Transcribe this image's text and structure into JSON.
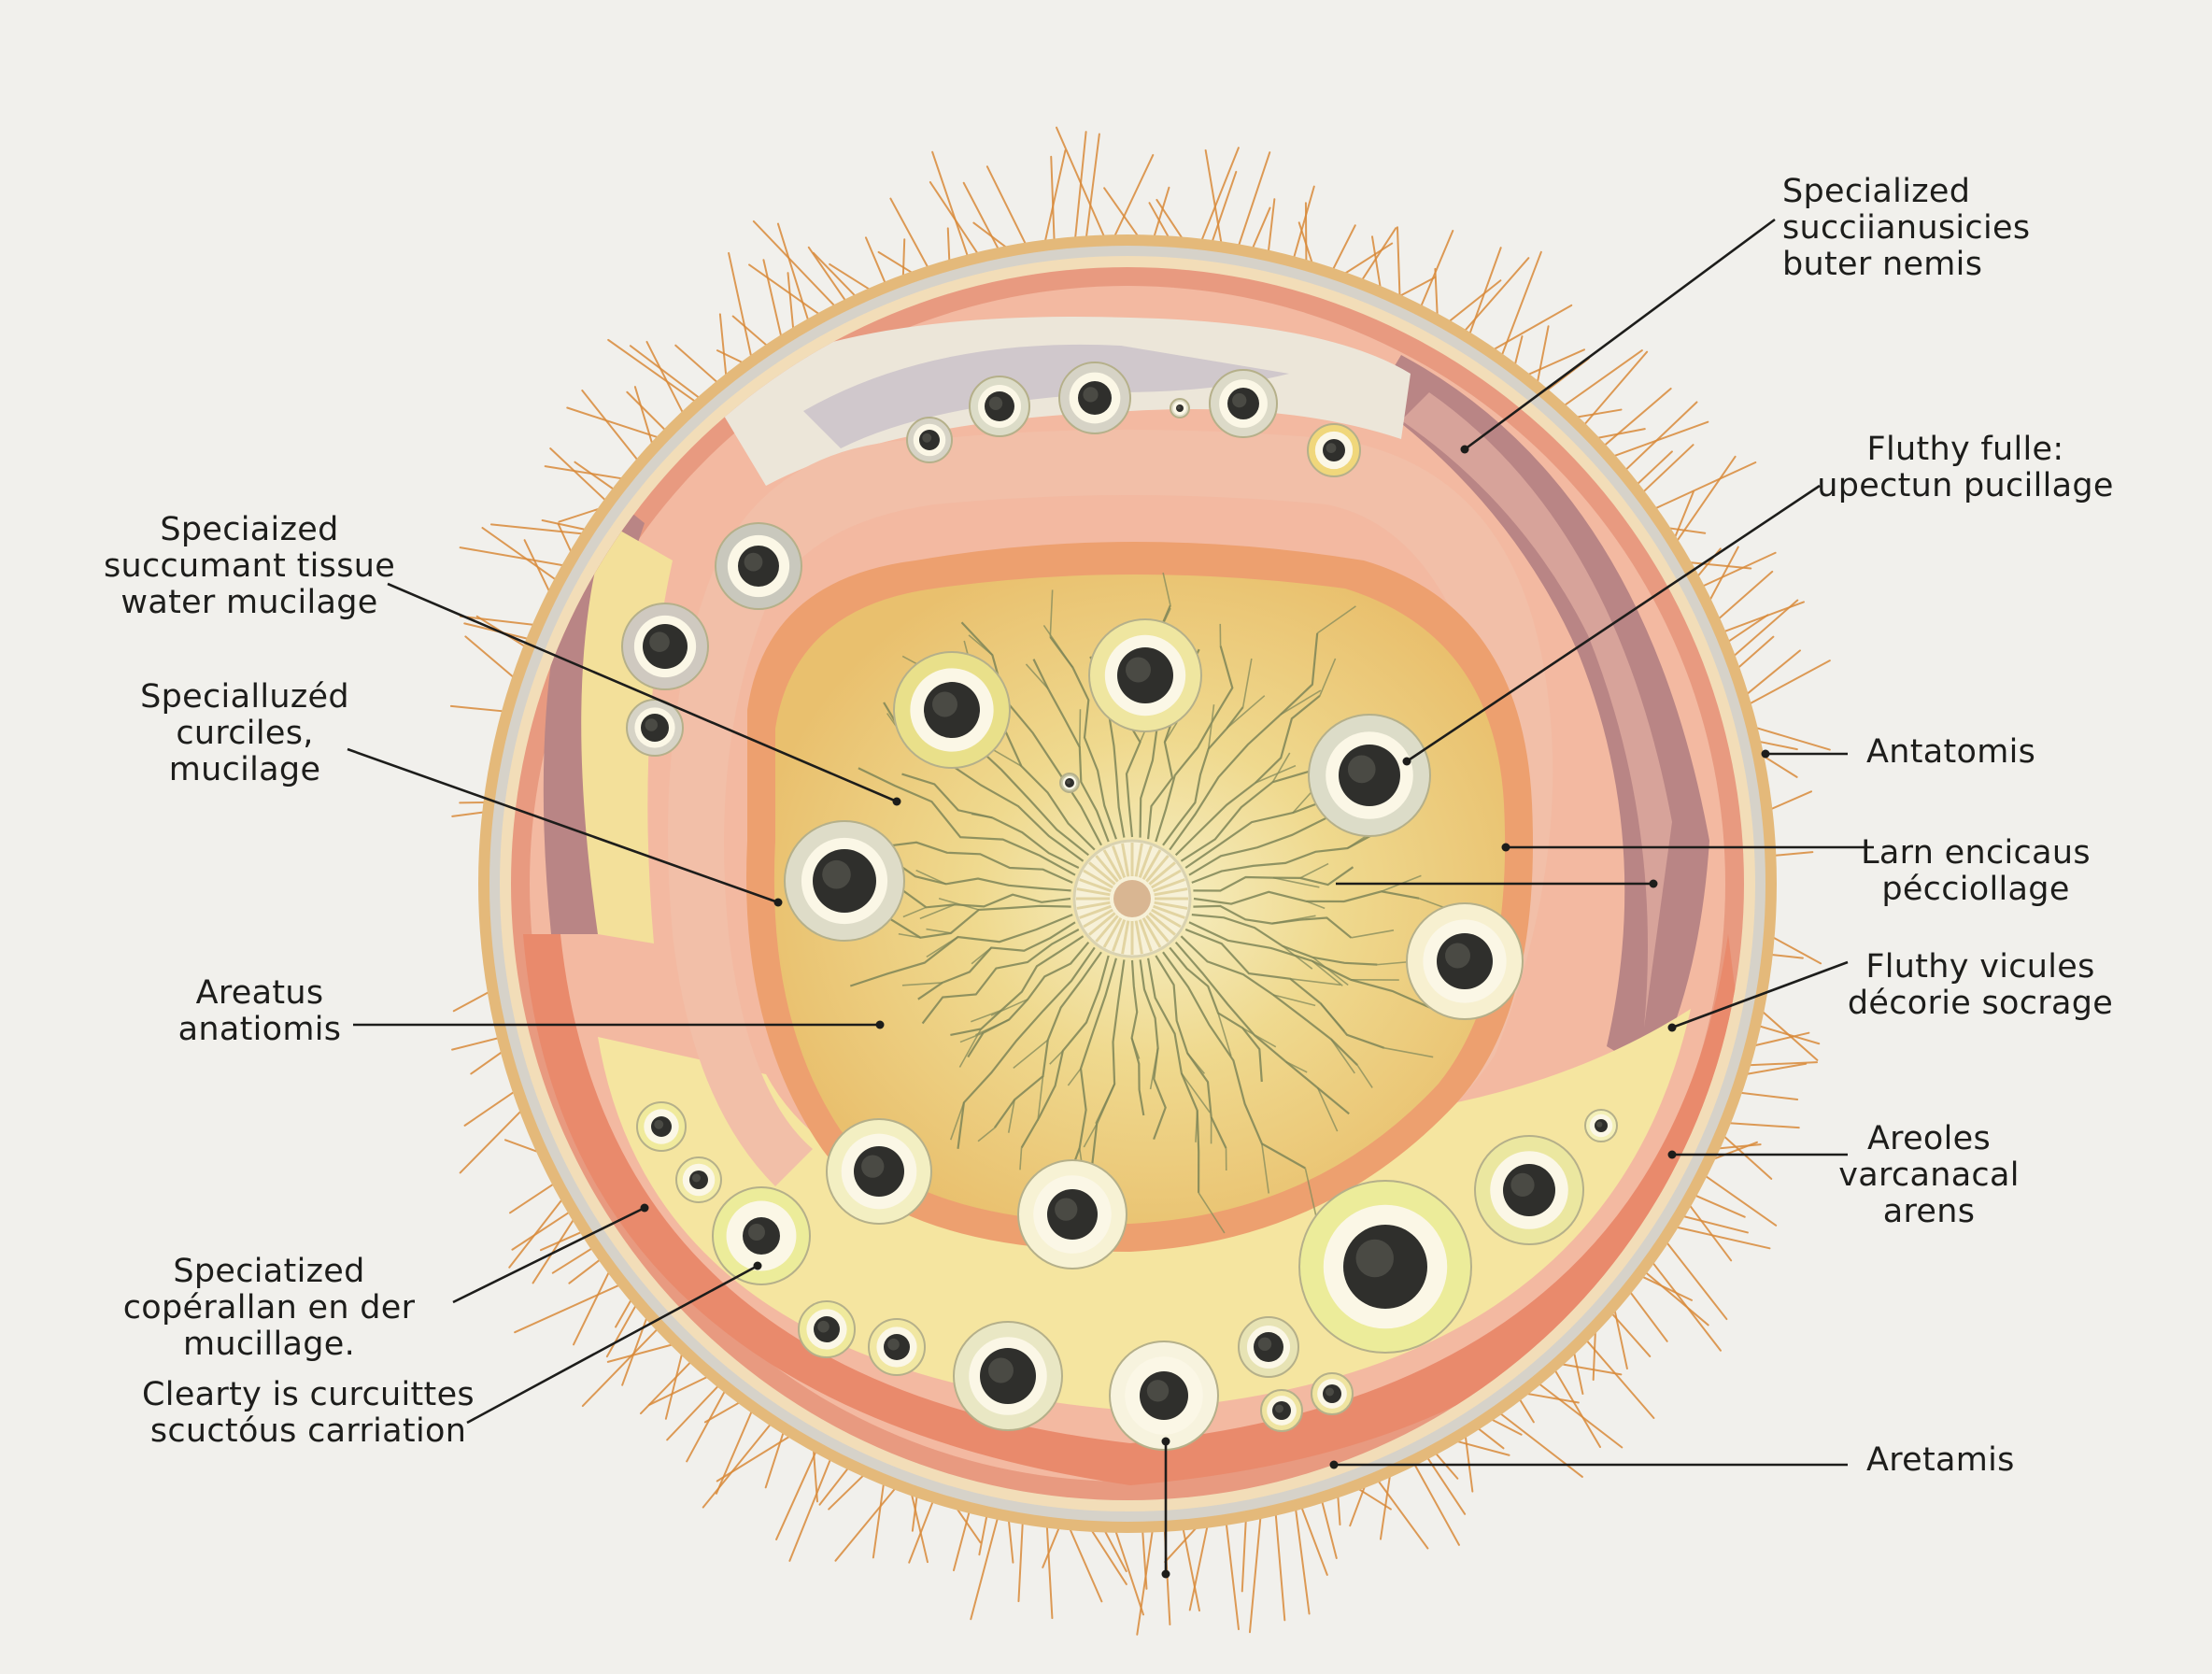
{
  "diagram": {
    "colors": {
      "background": "#f1f0ec",
      "hair": "#d98a3a",
      "outer_ring": "#cfcac0",
      "epidermis": "#e89b7c",
      "muscle_band": "#f0b7a2",
      "yellow_tissue": "#f6e6a6",
      "core": "#e8c77a",
      "cell_dark": "#2f2f2c",
      "leader_line": "#1d1d1b"
    },
    "labels": {
      "top_right": [
        "Specialized",
        "succiianusicies",
        "buter nemis"
      ],
      "fluthy_fulle": [
        "Fluthy fulle:",
        "upectun pucillage"
      ],
      "antatomis": [
        "Antatomis"
      ],
      "larn": [
        "Larn encicaus",
        "pécciollage"
      ],
      "fluthy_vicules": [
        "Fluthy vicules",
        "décorie socrage"
      ],
      "areoles": [
        "Areoles",
        "varcanacal",
        "arens"
      ],
      "aretamis": [
        "Aretamis"
      ],
      "succumant": [
        "Speciaized",
        "succumant  tissue",
        "water mucilage"
      ],
      "curciles": [
        "Specialluzéd",
        "curciles,",
        "mucilage"
      ],
      "areatus": [
        "Areatus",
        "anatiomis"
      ],
      "coperallan": [
        "Speciatized",
        "copérallan en der",
        "mucillage."
      ],
      "clearty": [
        "Clearty is curcuittes",
        "scuctóus carriation"
      ]
    }
  }
}
